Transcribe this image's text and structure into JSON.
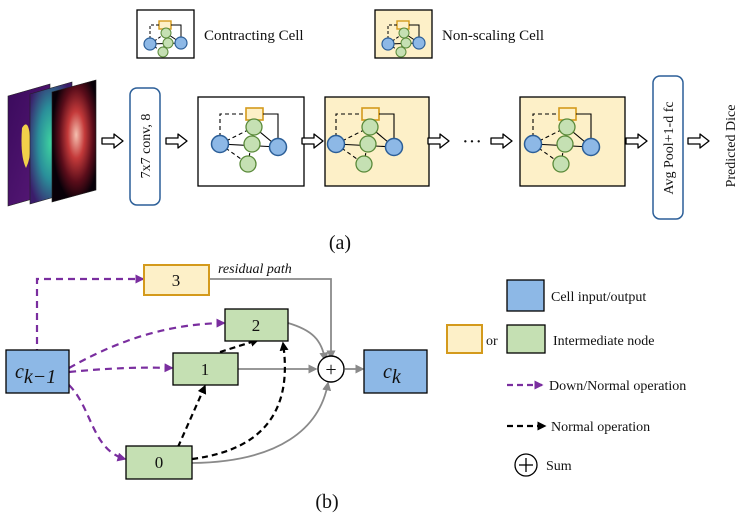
{
  "legend_top": {
    "contracting_label": "Contracting Cell",
    "nonscaling_label": "Non-scaling Cell"
  },
  "pipeline": {
    "conv_label": "7x7 conv, 8",
    "ellipsis": "···",
    "pool_label": "Avg Pool+1-d fc",
    "output_label": "Predicted Dice",
    "caption": "(a)"
  },
  "cell_diagram": {
    "input_node_main": "c",
    "input_node_sub": "k−1",
    "output_node_main": "c",
    "output_node_sub": "k",
    "nodes": [
      "0",
      "1",
      "2",
      "3"
    ],
    "residual_label": "residual path",
    "sum_symbol": "+",
    "caption": "(b)"
  },
  "legend_bottom": {
    "cell_io": "Cell input/output",
    "or": "or",
    "intermediate": "Intermediate node",
    "down_normal": "Down/Normal operation",
    "normal": "Normal operation",
    "sum": "Sum"
  },
  "colors": {
    "blue_node": "#8db8e6",
    "green_node": "#c5e0b3",
    "orange_border": "#d49a1c",
    "yellow_fill": "#fdf0c8",
    "purple_edge": "#7a2e9f"
  }
}
